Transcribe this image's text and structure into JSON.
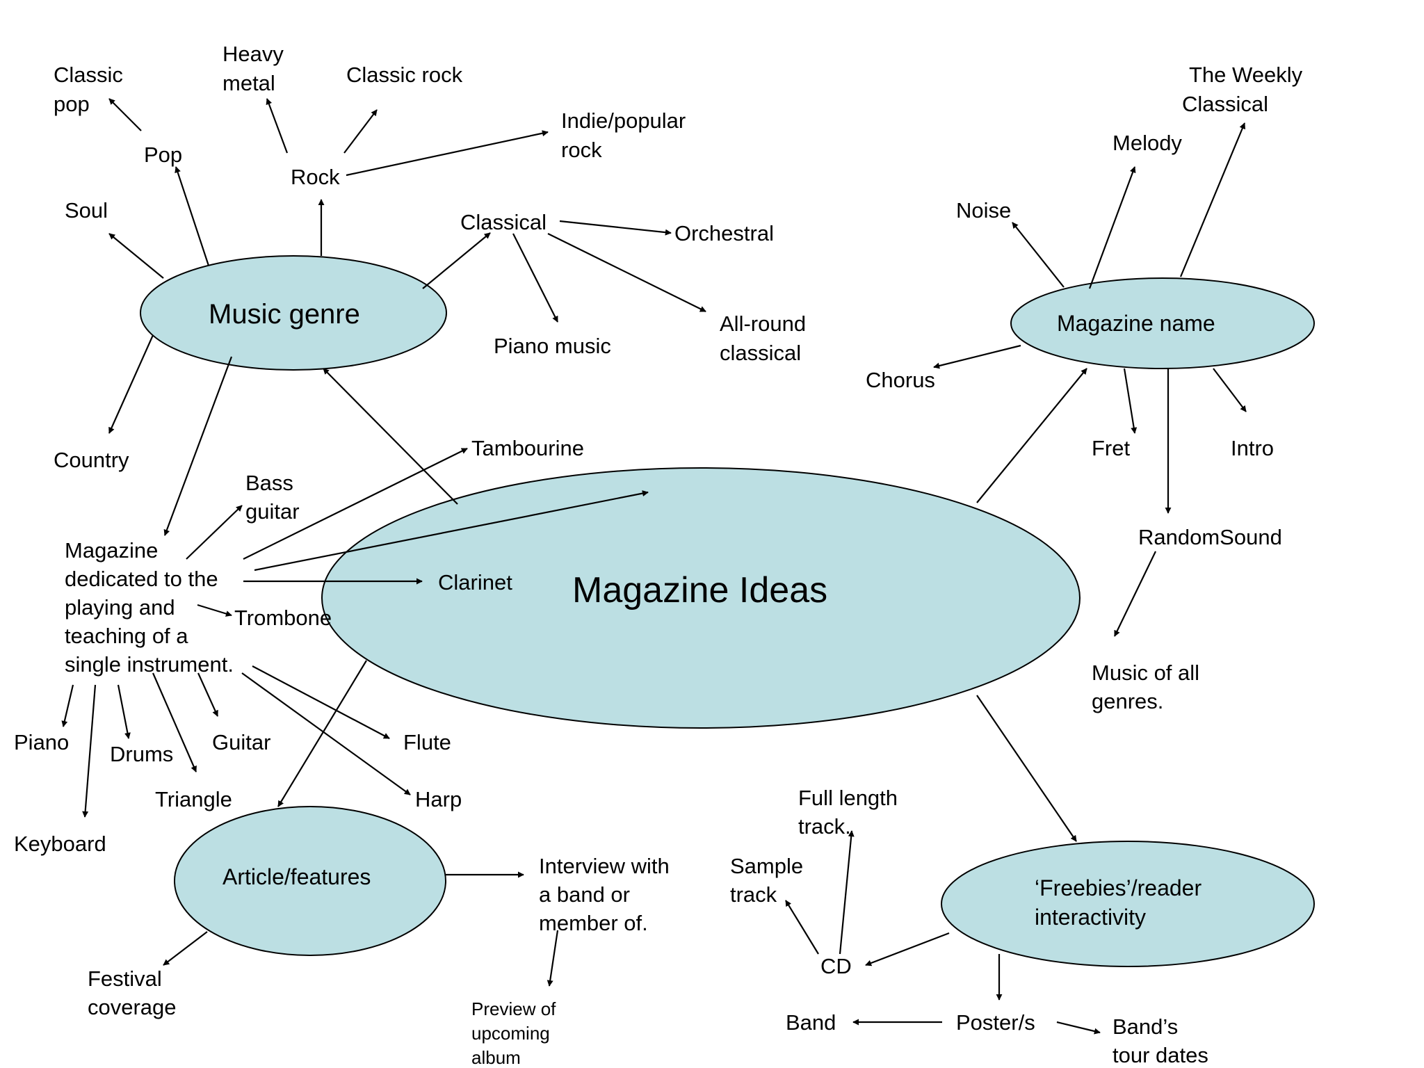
{
  "center": {
    "label": "Magazine Ideas"
  },
  "bubbles": {
    "music_genre": "Music genre",
    "magazine_name": "Magazine name",
    "articles": "Article/features",
    "freebies": [
      "‘Freebies’/reader",
      "interactivity"
    ]
  },
  "genres": {
    "classic_pop": [
      "Classic",
      "pop"
    ],
    "heavy_metal": [
      "Heavy",
      "metal"
    ],
    "classic_rock": "Classic rock",
    "indie_rock": [
      "Indie/popular",
      "rock"
    ],
    "pop": "Pop",
    "rock": "Rock",
    "soul": "Soul",
    "classical": "Classical",
    "orchestral": "Orchestral",
    "piano_music": "Piano music",
    "all_round_classical": [
      "All-round",
      "classical"
    ],
    "country": "Country"
  },
  "instrument_magazine": {
    "description": [
      "Magazine",
      "dedicated to the",
      "playing and",
      "teaching of a",
      "single instrument."
    ],
    "bass_guitar": [
      "Bass",
      "guitar"
    ],
    "tambourine": "Tambourine",
    "clarinet": "Clarinet",
    "trombone": "Trombone",
    "piano": "Piano",
    "drums": "Drums",
    "guitar": "Guitar",
    "flute": "Flute",
    "triangle": "Triangle",
    "harp": "Harp",
    "keyboard": "Keyboard"
  },
  "names": {
    "weekly_classical": [
      "The Weekly",
      "Classical"
    ],
    "melody": "Melody",
    "noise": "Noise",
    "chorus": "Chorus",
    "fret": "Fret",
    "intro": "Intro",
    "random_sound": "RandomSound",
    "music_all_genres": [
      "Music of all",
      "genres."
    ]
  },
  "articles": {
    "interview": [
      "Interview  with",
      "a band or",
      "member of."
    ],
    "preview": [
      "Preview of",
      "upcoming",
      "album"
    ],
    "festival": [
      "Festival",
      "coverage"
    ]
  },
  "freebies": {
    "full_length": [
      "Full length",
      "track."
    ],
    "sample_track": [
      "Sample",
      "track"
    ],
    "cd": "CD",
    "band": "Band",
    "posters": "Poster/s",
    "tour_dates": [
      "Band’s",
      "tour dates"
    ]
  }
}
